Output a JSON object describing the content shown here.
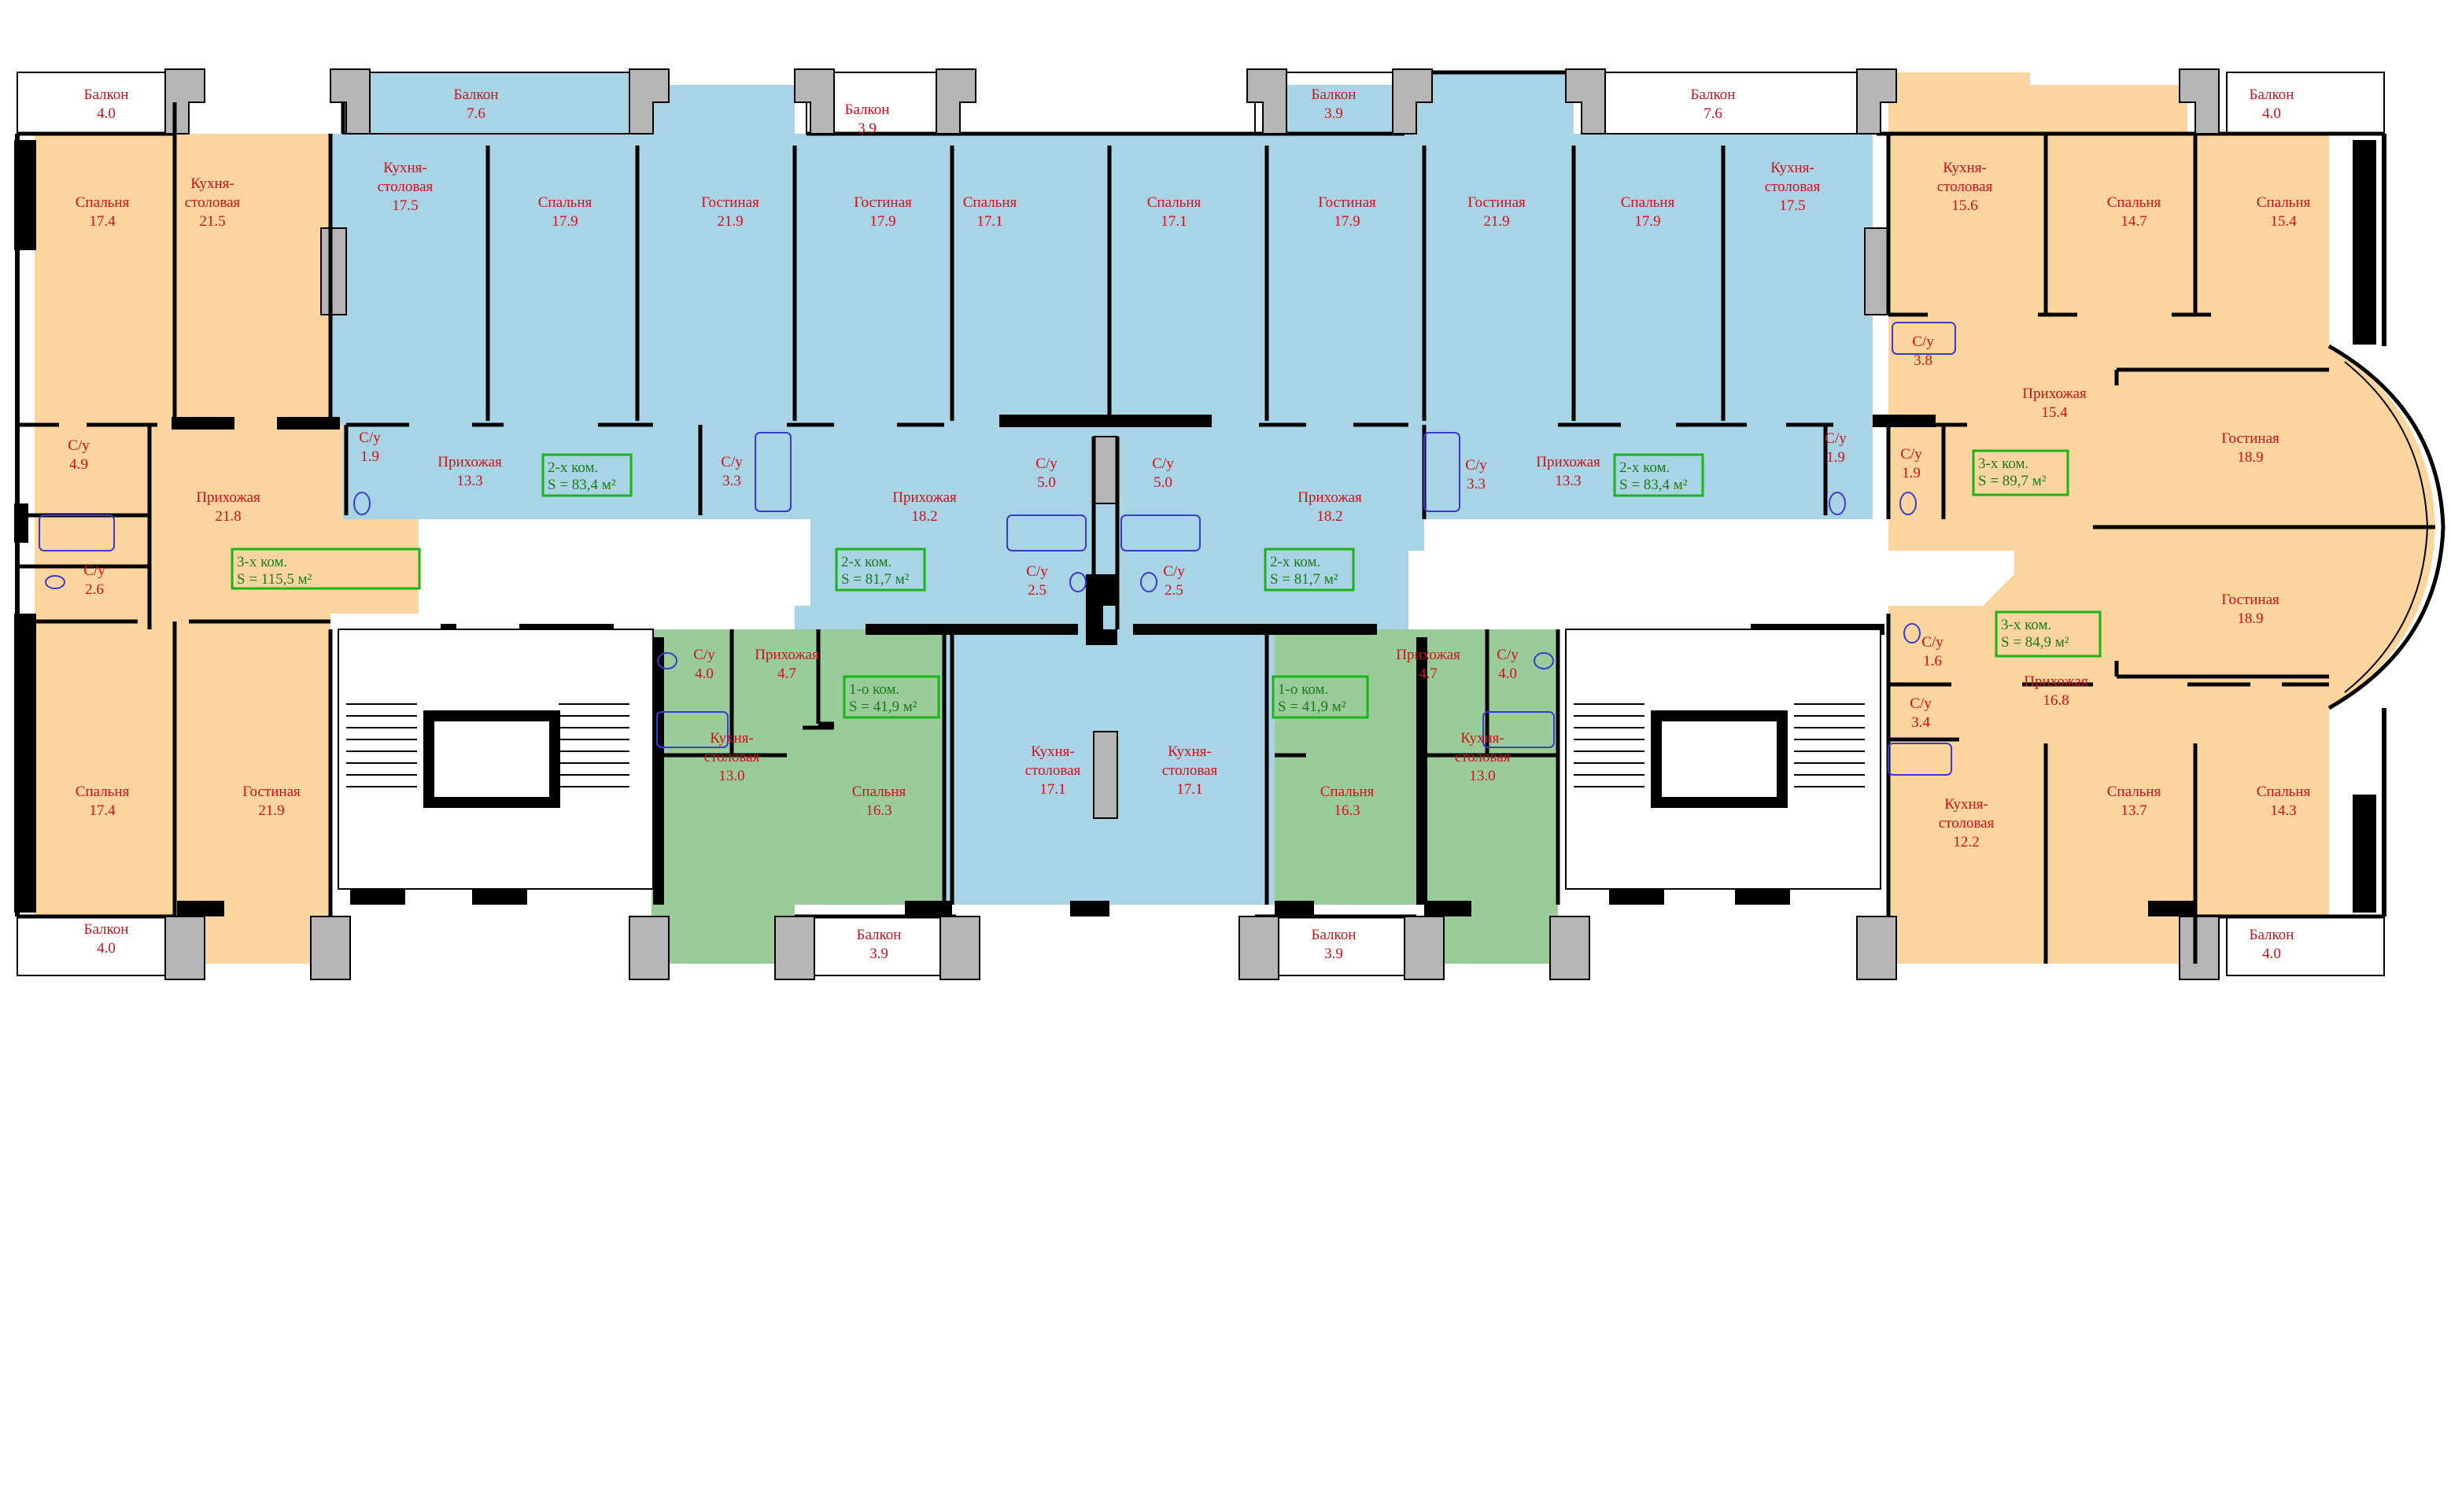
{
  "colors": {
    "orange": "#fcd49d",
    "blue": "#a8d4e6",
    "green": "#99cc99",
    "wall": "#000000",
    "wall_light": "#b5b5b5",
    "label": "#d0101a",
    "area_text": "#1a7a1a",
    "area_border": "#18b418",
    "fixture": "#3a3ad0"
  },
  "rooms": [
    {
      "name": "Спальня",
      "area": "17.4"
    },
    {
      "name": "Кухня-\nстоловая",
      "area": "21.5"
    },
    {
      "name": "С/у",
      "area": "4.9"
    },
    {
      "name": "Прихожая",
      "area": "21.8"
    },
    {
      "name": "С/у",
      "area": "2.6"
    },
    {
      "name": "Спальня",
      "area": "17.4"
    },
    {
      "name": "Гостиная",
      "area": "21.9"
    },
    {
      "name": "Кухня-\nстоловая",
      "area": "17.5"
    },
    {
      "name": "Спальня",
      "area": "17.9"
    },
    {
      "name": "Гостиная",
      "area": "21.9"
    },
    {
      "name": "С/у",
      "area": "1.9"
    },
    {
      "name": "Прихожая",
      "area": "13.3"
    },
    {
      "name": "С/у",
      "area": "3.3"
    },
    {
      "name": "Гостиная",
      "area": "17.9"
    },
    {
      "name": "Спальня",
      "area": "17.1"
    },
    {
      "name": "Прихожая",
      "area": "18.2"
    },
    {
      "name": "С/у",
      "area": "5.0"
    },
    {
      "name": "С/у",
      "area": "2.5"
    },
    {
      "name": "Кухня-\nстоловая",
      "area": "17.1"
    },
    {
      "name": "Спальня",
      "area": "17.1"
    },
    {
      "name": "С/у",
      "area": "5.0"
    },
    {
      "name": "С/у",
      "area": "2.5"
    },
    {
      "name": "Кухня-\nстоловая",
      "area": "17.1"
    },
    {
      "name": "Гостиная",
      "area": "17.9"
    },
    {
      "name": "Прихожая",
      "area": "18.2"
    },
    {
      "name": "Гостиная",
      "area": "21.9"
    },
    {
      "name": "Спальня",
      "area": "17.9"
    },
    {
      "name": "Кухня-\nстоловая",
      "area": "17.5"
    },
    {
      "name": "С/у",
      "area": "3.3"
    },
    {
      "name": "Прихожая",
      "area": "13.3"
    },
    {
      "name": "С/у",
      "area": "1.9"
    },
    {
      "name": "С/у",
      "area": "4.0"
    },
    {
      "name": "Прихожая",
      "area": "4.7"
    },
    {
      "name": "Кухня-\nстоловая",
      "area": "13.0"
    },
    {
      "name": "Спальня",
      "area": "16.3"
    },
    {
      "name": "Прихожая",
      "area": "4.7"
    },
    {
      "name": "С/у",
      "area": "4.0"
    },
    {
      "name": "Спальня",
      "area": "16.3"
    },
    {
      "name": "Кухня-\nстоловая",
      "area": "13.0"
    },
    {
      "name": "Кухня-\nстоловая",
      "area": "15.6"
    },
    {
      "name": "Спальня",
      "area": "14.7"
    },
    {
      "name": "Спальня",
      "area": "15.4"
    },
    {
      "name": "С/у",
      "area": "3.8"
    },
    {
      "name": "Прихожая",
      "area": "15.4"
    },
    {
      "name": "Гостиная",
      "area": "18.9"
    },
    {
      "name": "С/у",
      "area": "1.9"
    },
    {
      "name": "Гостиная",
      "area": "18.9"
    },
    {
      "name": "С/у",
      "area": "1.6"
    },
    {
      "name": "Прихожая",
      "area": "16.8"
    },
    {
      "name": "С/у",
      "area": "3.4"
    },
    {
      "name": "Кухня-\nстоловая",
      "area": "12.2"
    },
    {
      "name": "Спальня",
      "area": "13.7"
    },
    {
      "name": "Спальня",
      "area": "14.3"
    }
  ],
  "balconies": [
    {
      "name": "Балкон",
      "area": "4.0"
    },
    {
      "name": "Балкон",
      "area": "7.6"
    },
    {
      "name": "Балкон",
      "area": "3.9"
    },
    {
      "name": "Балкон",
      "area": "3.9"
    },
    {
      "name": "Балкон",
      "area": "7.6"
    },
    {
      "name": "Балкон",
      "area": "4.0"
    },
    {
      "name": "Балкон",
      "area": "4.0"
    },
    {
      "name": "Балкон",
      "area": "3.9"
    },
    {
      "name": "Балкон",
      "area": "3.9"
    },
    {
      "name": "Балкон",
      "area": "4.0"
    }
  ],
  "apartments": [
    {
      "rooms": "3-х ком.",
      "area": "S = 115,5 м²"
    },
    {
      "rooms": "2-х ком.",
      "area": "S = 83,4 м²"
    },
    {
      "rooms": "2-х ком.",
      "area": "S = 81,7 м²"
    },
    {
      "rooms": "2-х ком.",
      "area": "S = 81,7 м²"
    },
    {
      "rooms": "2-х ком.",
      "area": "S = 83,4 м²"
    },
    {
      "rooms": "1-о ком.",
      "area": "S = 41,9 м²"
    },
    {
      "rooms": "1-о ком.",
      "area": "S = 41,9 м²"
    },
    {
      "rooms": "3-х ком.",
      "area": "S = 89,7 м²"
    },
    {
      "rooms": "3-х ком.",
      "area": "S = 84,9 м²"
    }
  ]
}
